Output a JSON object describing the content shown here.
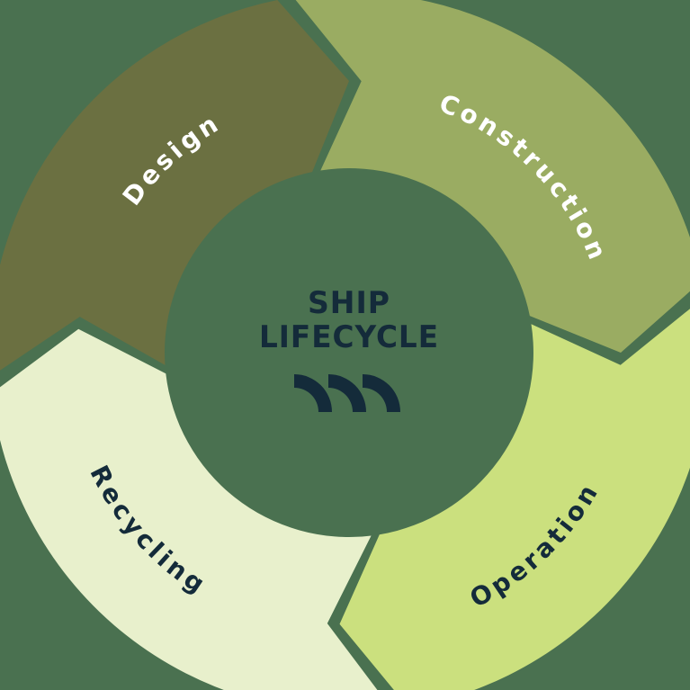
{
  "diagram": {
    "title_line1": "SHIP",
    "title_line2": "LIFECYCLE",
    "title_color": "#142b3a",
    "background_color": "#4a7150",
    "logo": "waves-icon",
    "flow": "clockwise",
    "segments": [
      {
        "label": "Design",
        "position": "top-left",
        "color": "#6b7041",
        "text_color": "#ffffff",
        "order": 1
      },
      {
        "label": "Construction",
        "position": "top-right",
        "color": "#9aac62",
        "text_color": "#ffffff",
        "order": 2
      },
      {
        "label": "Operation",
        "position": "bottom-right",
        "color": "#cbe07e",
        "text_color": "#142b3a",
        "order": 3
      },
      {
        "label": "Recycling",
        "position": "bottom-left",
        "color": "#e8f0cc",
        "text_color": "#142b3a",
        "order": 4
      }
    ]
  }
}
